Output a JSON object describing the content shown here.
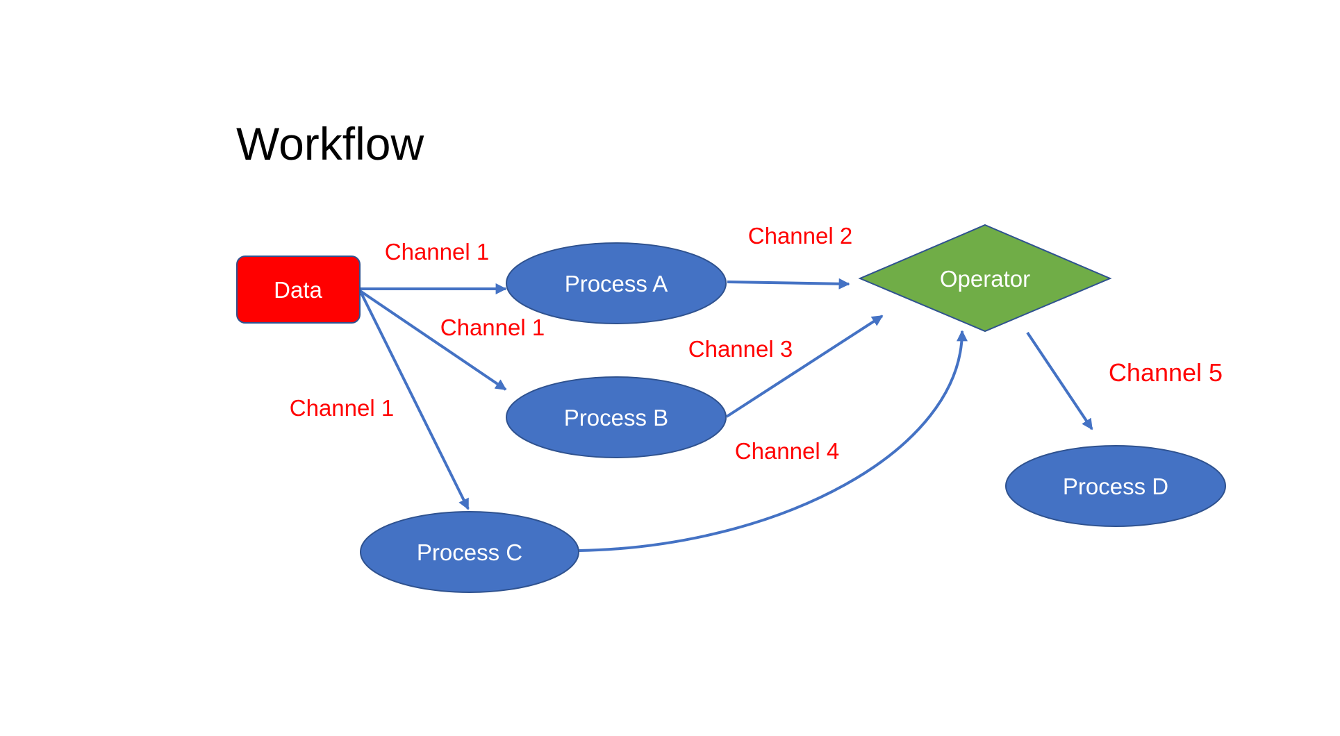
{
  "title": "Workflow",
  "colors": {
    "process_fill": "#4472c4",
    "process_stroke": "#2f528f",
    "data_fill": "#ff0000",
    "operator_fill": "#70ad47",
    "edge_color": "#4472c4",
    "label_color": "#ff0000"
  },
  "nodes": {
    "data": "Data",
    "process_a": "Process A",
    "process_b": "Process B",
    "process_c": "Process C",
    "process_d": "Process D",
    "operator": "Operator"
  },
  "edges": {
    "data_to_a": "Channel 1",
    "data_to_b": "Channel 1",
    "data_to_c": "Channel 1",
    "a_to_operator": "Channel 2",
    "b_to_operator": "Channel 3",
    "c_to_operator": "Channel 4",
    "operator_to_d": "Channel 5"
  }
}
